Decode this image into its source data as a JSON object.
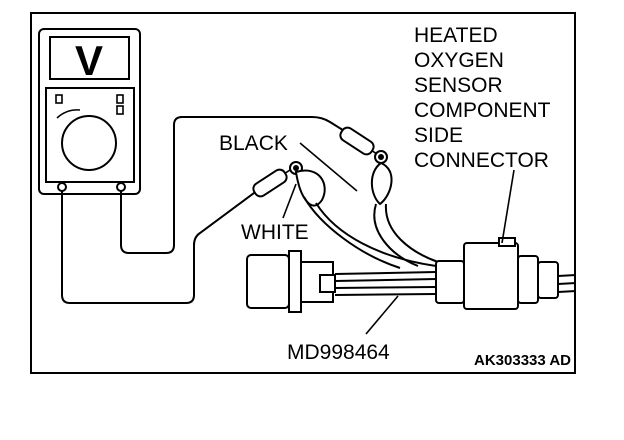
{
  "labels": {
    "sensor_lines": [
      "HEATED",
      "OXYGEN",
      "SENSOR",
      "COMPONENT",
      "SIDE",
      "CONNECTOR"
    ],
    "black": "BLACK",
    "white": "WHITE",
    "tool": "MD998464",
    "ref_code": "AK303333 AD"
  },
  "meter": {
    "display_glyph": "V"
  }
}
